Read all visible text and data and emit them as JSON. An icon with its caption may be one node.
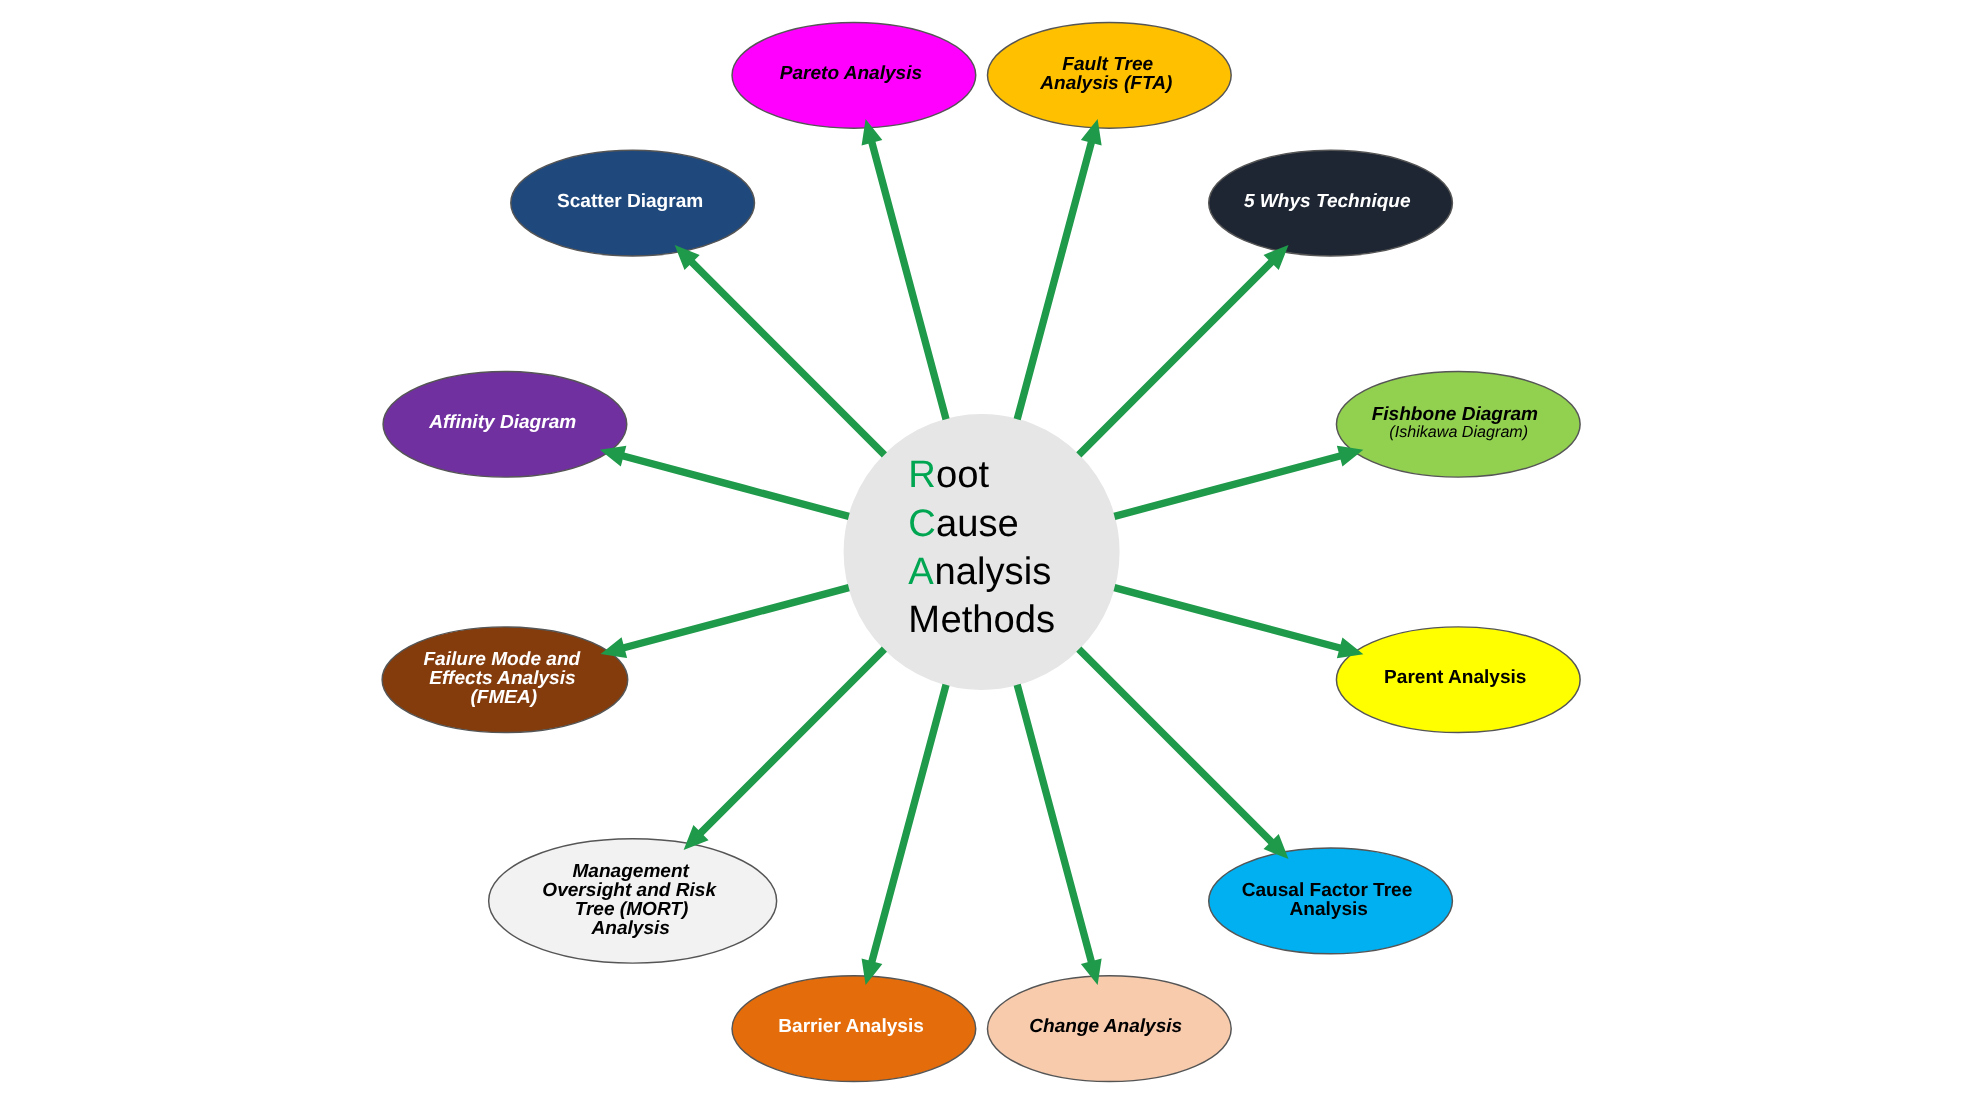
{
  "diagram": {
    "nodes": [
      {
        "text": [
          "Root Cause Analysis Methods"
        ]
      },
      {
        "text": [
          "Fishbone Diagram",
          "(Ishikawa Diagram)"
        ]
      },
      {
        "text": [
          "5 Whys Technique"
        ]
      },
      {
        "text": [
          "Fault Tree Analysis (FTA)"
        ]
      },
      {
        "text": [
          "Pareto Analysis"
        ]
      },
      {
        "text": [
          "Scatter Diagram"
        ]
      },
      {
        "text": [
          "Affinity Diagram"
        ]
      },
      {
        "text": [
          "Failure Mode and Effects Analysis (FMEA)"
        ]
      },
      {
        "text": [
          "Management Oversight and Risk Tree (MORT) Analysis"
        ]
      },
      {
        "text": [
          "Barrier Analysis"
        ]
      },
      {
        "text": [
          "Change Analysis"
        ]
      },
      {
        "text": [
          "Causal Factor Tree Analysis"
        ]
      },
      {
        "text": [
          "Parent Analysis"
        ]
      }
    ],
    "edges": [
      {
        "from": 0,
        "to": 1,
        "arrow": "to"
      },
      {
        "from": 0,
        "to": 2,
        "arrow": "to"
      },
      {
        "from": 0,
        "to": 3,
        "arrow": "to"
      },
      {
        "from": 0,
        "to": 4,
        "arrow": "to"
      },
      {
        "from": 0,
        "to": 5,
        "arrow": "to"
      },
      {
        "from": 0,
        "to": 6,
        "arrow": "to"
      },
      {
        "from": 0,
        "to": 7,
        "arrow": "to"
      },
      {
        "from": 0,
        "to": 8,
        "arrow": "to"
      },
      {
        "from": 0,
        "to": 9,
        "arrow": "to"
      },
      {
        "from": 0,
        "to": 10,
        "arrow": "to"
      },
      {
        "from": 0,
        "to": 11,
        "arrow": "to"
      },
      {
        "from": 0,
        "to": 12,
        "arrow": "to"
      }
    ]
  }
}
